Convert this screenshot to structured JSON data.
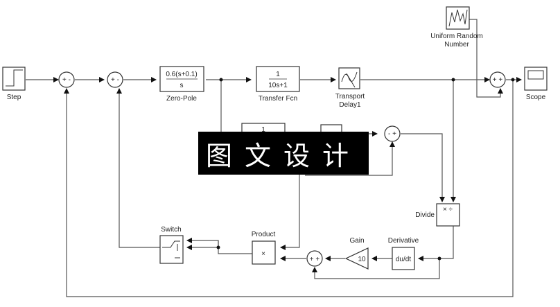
{
  "blocks": {
    "step": {
      "label": "Step"
    },
    "sum1": {
      "signs": "+ -"
    },
    "sum2": {
      "signs": "+ -"
    },
    "zero_pole": {
      "label": "Zero-Pole",
      "numerator": "0.6(s+0.1)",
      "denominator": "s"
    },
    "transfer_fcn": {
      "label": "Transfer Fcn",
      "numerator": "1",
      "denominator": "10s+1"
    },
    "transport_delay": {
      "label_line1": "Transport",
      "label_line2": "Delay1"
    },
    "random": {
      "label_line1": "Uniform Random",
      "label_line2": "Number"
    },
    "sum3": {
      "signs": "+ +"
    },
    "scope": {
      "label": "Scope"
    },
    "hidden_tf": {
      "numerator": "1"
    },
    "sum4": {
      "signs": "- +"
    },
    "divide": {
      "label": "Divide",
      "ops": "× ÷"
    },
    "switch": {
      "label": "Switch"
    },
    "product": {
      "label": "Product",
      "op": "×"
    },
    "sum5": {
      "signs": "+ +"
    },
    "gain": {
      "label": "Gain",
      "value": "10"
    },
    "derivative": {
      "label": "Derivative",
      "expr": "du/dt"
    }
  },
  "watermark": {
    "text": "图文设计"
  }
}
